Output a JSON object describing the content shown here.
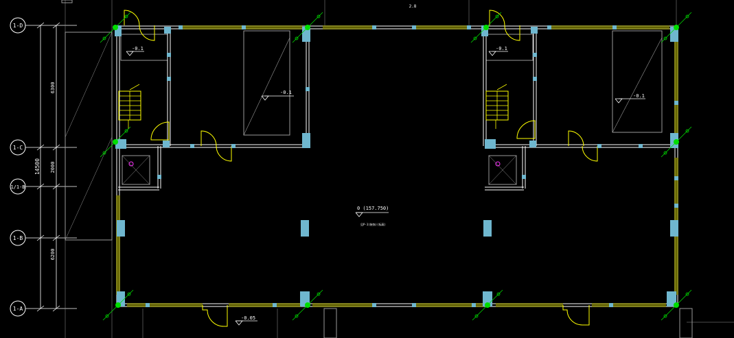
{
  "colors": {
    "background": "#000000",
    "wall": "#ffffff",
    "yellow": "#ffff00",
    "column": "#6fb7cf",
    "green": "#00dd00",
    "gray": "#9a9a9a",
    "magenta": "#ff33ff"
  },
  "grid_labels": {
    "d": "1-D",
    "c": "1-C",
    "c1b": "1/1-B",
    "b": "1-B",
    "a": "1-A"
  },
  "dimensions": {
    "total": "14500",
    "d_c": "6300",
    "c_1b": "2000",
    "b_a": "6200"
  },
  "elevations": {
    "room_left_top": "-0.1",
    "room_left_big": "-0.1",
    "room_right_top": "-0.1",
    "room_right_big": "-0.1",
    "main_floor": "0 (157.750)",
    "main_floor_note": "见P-3(装饰)(标高)",
    "entrance": "-0.05"
  },
  "top_label": "2.8"
}
